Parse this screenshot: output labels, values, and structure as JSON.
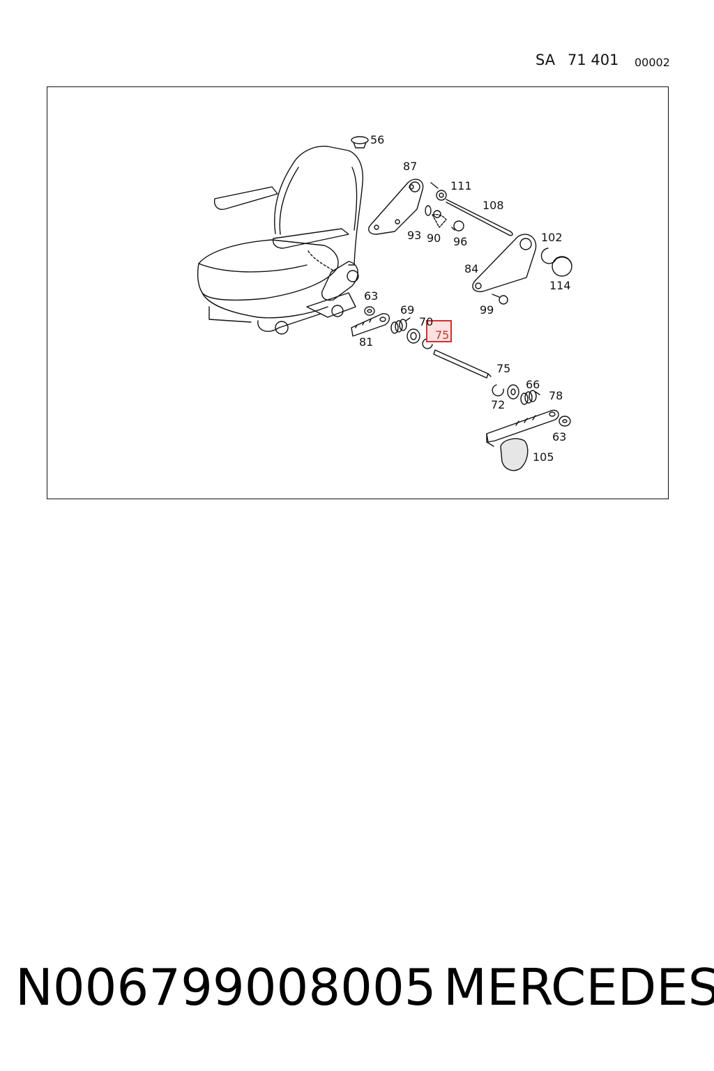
{
  "header": {
    "sa_label": "SA",
    "group_code": "71 401",
    "page_code": "00002"
  },
  "diagram": {
    "part_labels": [
      "56",
      "87",
      "111",
      "108",
      "93",
      "90",
      "96",
      "102",
      "84",
      "114",
      "99",
      "63",
      "69",
      "70",
      "75",
      "81",
      "75",
      "72",
      "66",
      "78",
      "63",
      "105"
    ],
    "highlighted_label": "75",
    "highlight_color": "#d32f2f"
  },
  "footer": {
    "part_number": "N006799008005",
    "brand": "MERCEDES"
  }
}
